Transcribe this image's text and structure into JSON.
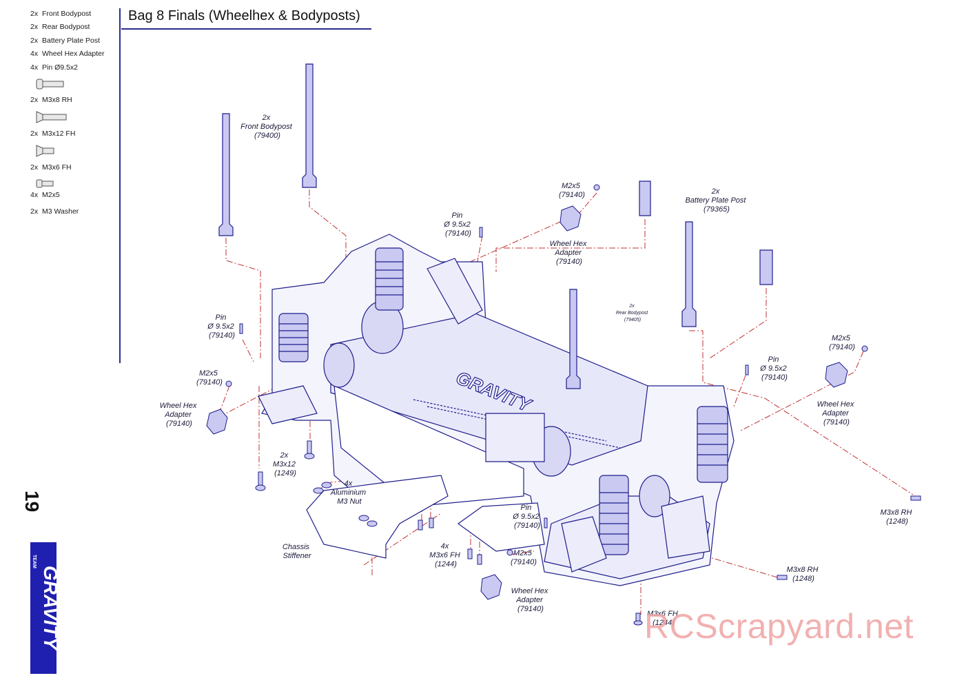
{
  "page": {
    "title": "Bag 8 Finals (Wheelhex & Bodyposts)",
    "page_number": "19",
    "watermark": "RCScrapyard.net",
    "logo_text": "GRAVITY",
    "logo_sub": "TEAM"
  },
  "parts": [
    {
      "qty": "2x",
      "name": "Front Bodypost"
    },
    {
      "qty": "2x",
      "name": "Rear Bodypost"
    },
    {
      "qty": "2x",
      "name": "Battery Plate Post"
    },
    {
      "qty": "4x",
      "name": "Wheel Hex Adapter"
    },
    {
      "qty": "4x",
      "name": "Pin Ø9.5x2"
    },
    {
      "qty": "2x",
      "name": "M3x8 RH"
    },
    {
      "qty": "2x",
      "name": "M3x12 FH"
    },
    {
      "qty": "2x",
      "name": "M3x6 FH"
    },
    {
      "qty": "4x",
      "name": "M2x5"
    },
    {
      "qty": "2x",
      "name": "M3 Washer"
    }
  ],
  "callouts": {
    "front_bodypost": [
      "2x",
      "Front Bodypost",
      "(79400)"
    ],
    "pin_top": [
      "Pin",
      "Ø 9.5x2",
      "(79140)"
    ],
    "m2x5_top": [
      "M2x5",
      "(79140)"
    ],
    "whex_top": [
      "Wheel Hex",
      "Adapter",
      "(79140)"
    ],
    "battery_post": [
      "2x",
      "Battery Plate Post",
      "(79365)"
    ],
    "rear_bodypost": [
      "2x",
      "Rear Bodypost",
      "(79405)"
    ],
    "pin_left": [
      "Pin",
      "Ø 9.5x2",
      "(79140)"
    ],
    "m2x5_left": [
      "M2x5",
      "(79140)"
    ],
    "whex_left": [
      "Wheel Hex",
      "Adapter",
      "(79140)"
    ],
    "m3x12": [
      "2x",
      "M3x12",
      "(1249)"
    ],
    "alu_nut": [
      "4x",
      "Aluminium",
      "M3 Nut"
    ],
    "stiffener": [
      "Chassis",
      "Stiffener"
    ],
    "m3x6_4x": [
      "4x",
      "M3x6 FH",
      "(1244)"
    ],
    "pin_mid": [
      "Pin",
      "Ø 9.5x2",
      "(79140)"
    ],
    "m2x5_bottom": [
      "M2x5",
      "(79140)"
    ],
    "whex_bottom": [
      "Wheel Hex",
      "Adapter",
      "(79140)"
    ],
    "m3x6_bottom": [
      "M3x6 FH",
      "(1244)"
    ],
    "pin_right": [
      "Pin",
      "Ø 9.5x2",
      "(79140)"
    ],
    "m2x5_right": [
      "M2x5",
      "(79140)"
    ],
    "whex_right": [
      "Wheel Hex",
      "Adapter",
      "(79140)"
    ],
    "m3x8_a": [
      "M3x8 RH",
      "(1248)"
    ],
    "m3x8_b": [
      "M3x8 RH",
      "(1248)"
    ]
  },
  "colors": {
    "line": "#1d1d8a",
    "fill": "#c9c9f2",
    "dash": "#c03030",
    "rule": "#2b2b8f"
  }
}
